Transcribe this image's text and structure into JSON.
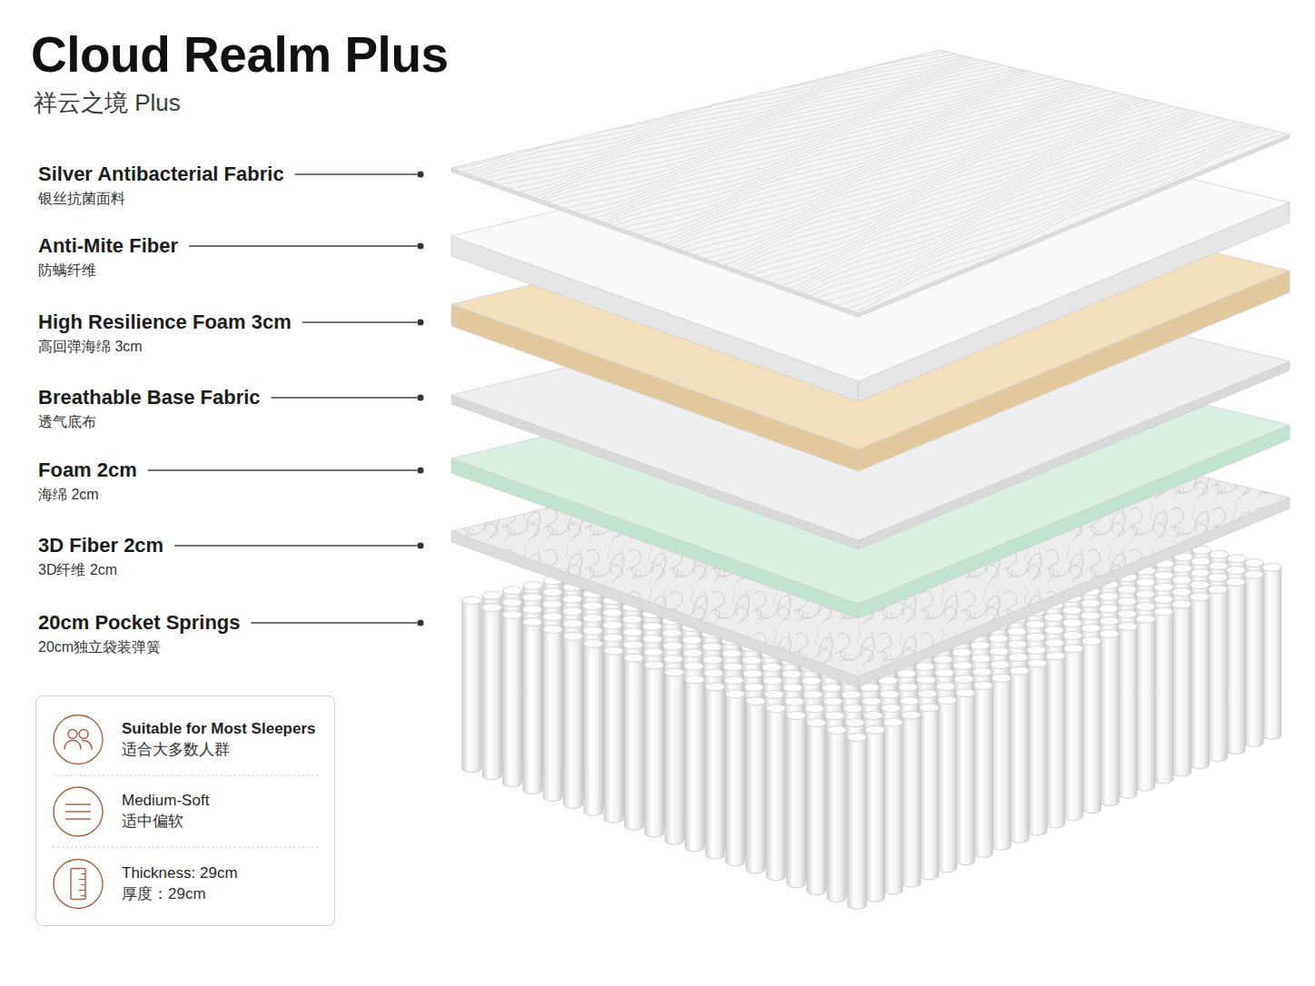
{
  "diagram": {
    "title": "Cloud Realm Plus",
    "nodes": [
      {
        "text": [
          "Suitable for Most Sleepers",
          "适合大多数人群",
          "Medium-Soft",
          "适中偏软",
          "Thickness: 29cm",
          "厚度：29cm"
        ]
      }
    ],
    "labels": [
      "祥云之境 Plus",
      "Silver Antibacterial Fabric",
      "银丝抗菌面料",
      "Anti-Mite Fiber",
      "防螨纤维",
      "High Resilience Foam 3cm",
      "高回弹海绵 3cm",
      "Breathable Base Fabric",
      "透气底布",
      "Foam 2cm",
      "海绵 2cm",
      "3D Fiber 2cm",
      "3D纤维 2cm",
      "20cm Pocket Springs",
      "20cm独立袋装弹簧"
    ]
  }
}
